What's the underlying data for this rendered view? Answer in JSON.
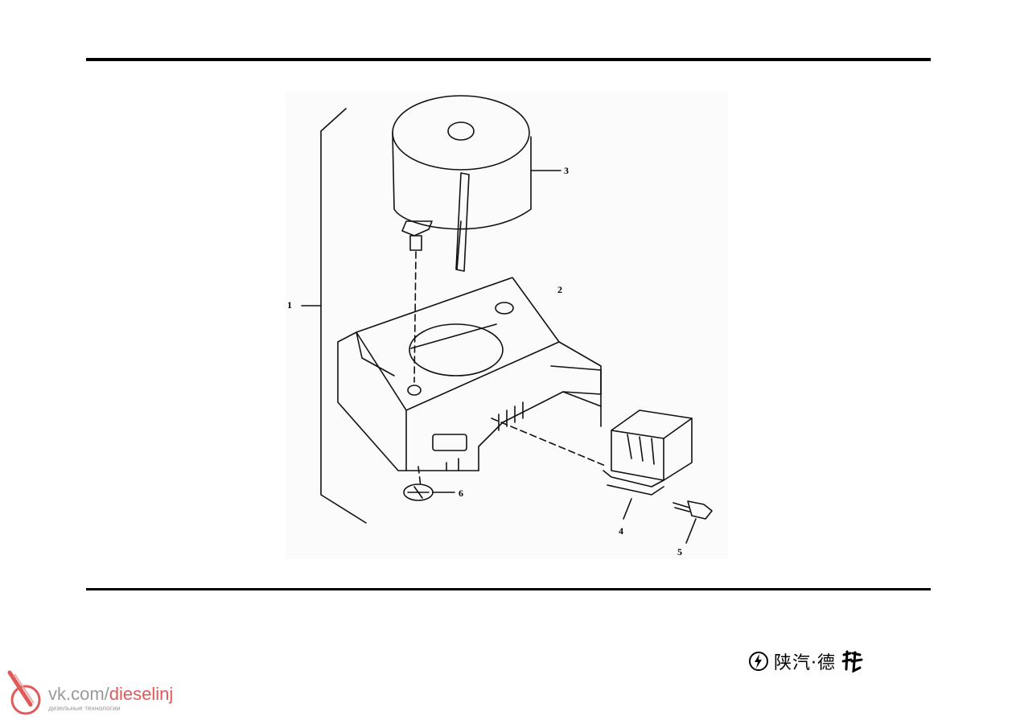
{
  "callouts": {
    "c1": "1",
    "c2": "2",
    "c3": "3",
    "c4": "4",
    "c5": "5",
    "c6": "6"
  },
  "brand": {
    "text": "陕汽·德",
    "logo_icon": "lightning-circle-icon",
    "dragon_glyph_icon": "calligraphy-glyph-icon"
  },
  "watermark": {
    "url_prefix": "vk.com/",
    "url_accent": "dieselinj",
    "subtitle": "дизельные технологии",
    "icon": "injector-nozzle-icon",
    "accent_color": "#e05a5a"
  }
}
